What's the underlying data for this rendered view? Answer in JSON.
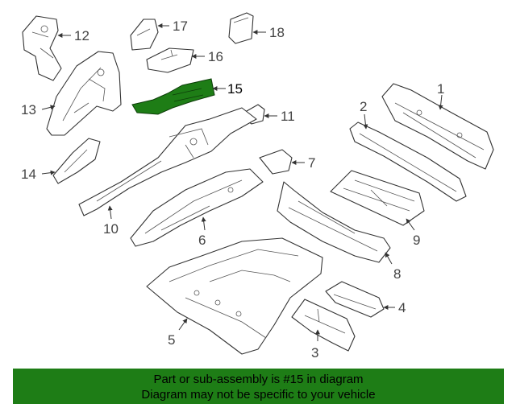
{
  "diagram": {
    "highlight_color": "#1e7d16",
    "callouts": {
      "c1": "1",
      "c2": "2",
      "c3": "3",
      "c4": "4",
      "c5": "5",
      "c6": "6",
      "c7": "7",
      "c8": "8",
      "c9": "9",
      "c10": "10",
      "c11": "11",
      "c12": "12",
      "c13": "13",
      "c14": "14",
      "c15": "15",
      "c16": "16",
      "c17": "17",
      "c18": "18"
    }
  },
  "banner": {
    "line1": "Part or sub-assembly is #15 in diagram",
    "line2": "Diagram may not be specific to your vehicle",
    "background": "#1e7d16"
  }
}
